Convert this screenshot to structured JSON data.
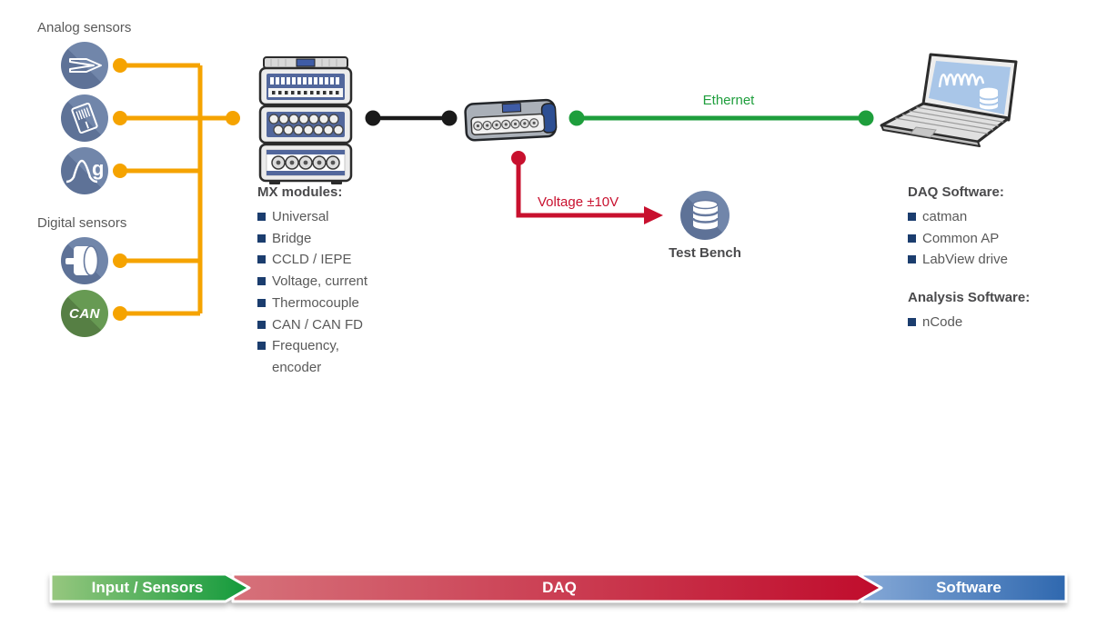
{
  "sensors": {
    "analog": {
      "label": "Analog sensors",
      "items": [
        {
          "icon": "probe-sensor-icon"
        },
        {
          "icon": "strain-gauge-sensor-icon"
        },
        {
          "icon": "accelerometer-sensor-icon",
          "text": "g"
        }
      ]
    },
    "digital": {
      "label": "Digital sensors",
      "items": [
        {
          "icon": "encoder-sensor-icon"
        },
        {
          "icon": "can-bus-sensor-icon",
          "text": "CAN"
        }
      ]
    }
  },
  "mx_modules": {
    "heading": "MX modules:",
    "items": [
      "Universal",
      "Bridge",
      "CCLD / IEPE",
      "Voltage, current",
      "Thermocouple",
      "CAN / CAN FD",
      "Frequency, encoder"
    ]
  },
  "connections": {
    "ethernet_label": "Ethernet",
    "voltage_label": "Voltage ±10V"
  },
  "test_bench": {
    "label": "Test Bench"
  },
  "software": {
    "daq": {
      "heading": "DAQ Software:",
      "items": [
        "catman",
        "Common AP",
        "LabView drive"
      ]
    },
    "analysis": {
      "heading": "Analysis Software:",
      "items": [
        "nCode"
      ]
    }
  },
  "banner": {
    "segments": [
      {
        "label": "Input / Sensors",
        "gradient_from": "#97C77F",
        "gradient_to": "#119A3B"
      },
      {
        "label": "DAQ",
        "gradient_from": "#D6717A",
        "gradient_to": "#C00C2C"
      },
      {
        "label": "Software",
        "gradient_from": "#85A8D6",
        "gradient_to": "#2F68AF"
      }
    ]
  },
  "colors": {
    "sensor_line": "#F5A300",
    "module_link_line": "#1A1A1A",
    "ethernet_line": "#1E9E3C",
    "voltage_line": "#C8102E",
    "bullet": "#1B3D6E",
    "body_text": "#595959",
    "heading_text": "#4A4A4C",
    "sensor_icon_blue": "#7186AA",
    "can_green": "#679A53"
  }
}
